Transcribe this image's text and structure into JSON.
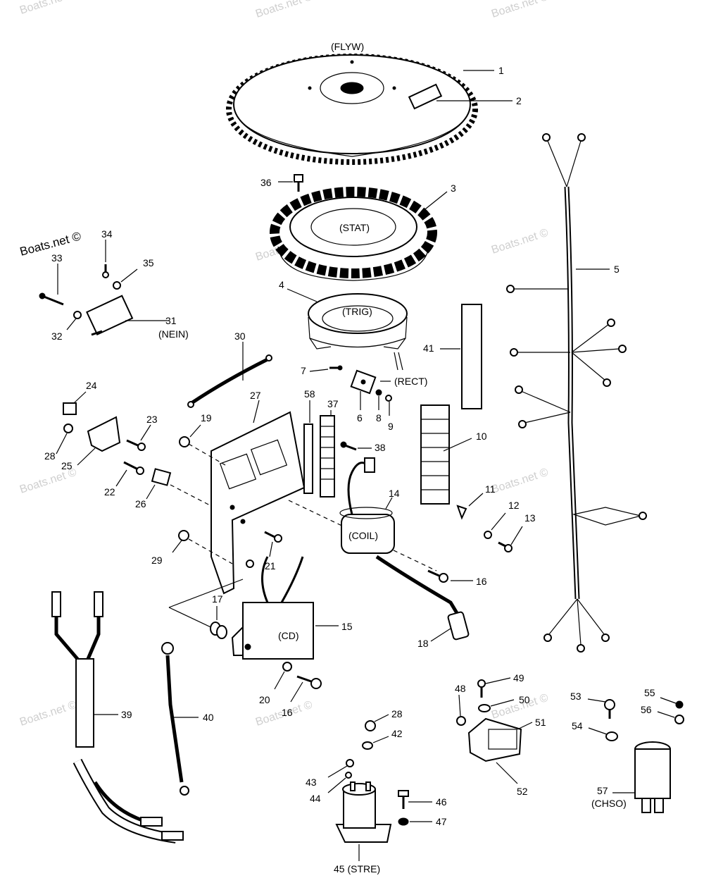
{
  "watermark": "Boats.net ©",
  "credit": "Boats.net ©",
  "labels": {
    "flyw": "(FLYW)",
    "stat": "(STAT)",
    "trig": "(TRIG)",
    "rect": "(RECT)",
    "coil": "(COIL)",
    "cd": "(CD)",
    "nein": "(NEIN)",
    "chso": "(CHSO)",
    "p1": "1",
    "p2": "2",
    "p3": "3",
    "p4": "4",
    "p5": "5",
    "p6": "6",
    "p7": "7",
    "p8": "8",
    "p9": "9",
    "p10": "10",
    "p11": "11",
    "p12": "12",
    "p13": "13",
    "p14": "14",
    "p15": "15",
    "p16a": "16",
    "p16b": "16",
    "p17": "17",
    "p18": "18",
    "p19": "19",
    "p20": "20",
    "p21": "21",
    "p22": "22",
    "p23": "23",
    "p24": "24",
    "p25": "25",
    "p26": "26",
    "p27": "27",
    "p28a": "28",
    "p28b": "28",
    "p29": "29",
    "p30": "30",
    "p31": "31",
    "p32": "32",
    "p33": "33",
    "p34": "34",
    "p35": "35",
    "p36": "36",
    "p37": "37",
    "p38": "38",
    "p39": "39",
    "p40": "40",
    "p41": "41",
    "p42": "42",
    "p43": "43",
    "p44": "44",
    "p45": "45 (STRE)",
    "p46": "46",
    "p47": "47",
    "p48": "48",
    "p49": "49",
    "p50": "50",
    "p51": "51",
    "p52": "52",
    "p53": "53",
    "p54": "54",
    "p55": "55",
    "p56": "56",
    "p57": "57",
    "p58": "58"
  }
}
